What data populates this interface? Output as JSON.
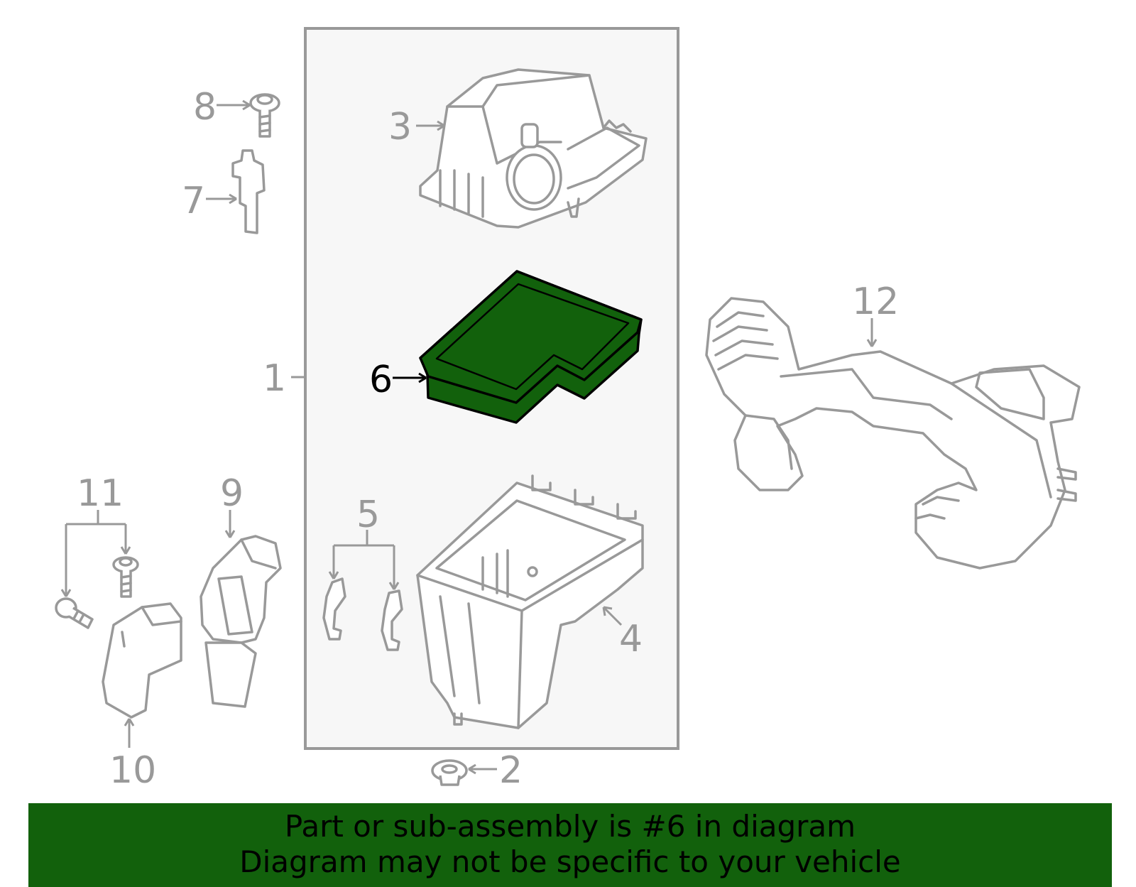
{
  "colors": {
    "highlight": "#12610c",
    "line_gray": "#999999",
    "box_fill": "#f7f7f7"
  },
  "callouts": {
    "c1": "1",
    "c2": "2",
    "c3": "3",
    "c4": "4",
    "c5": "5",
    "c6": "6",
    "c7": "7",
    "c8": "8",
    "c9": "9",
    "c10": "10",
    "c11": "11",
    "c12": "12"
  },
  "highlighted_part": "6",
  "banner": {
    "line1": "Part or sub-assembly is #6 in diagram",
    "line2": "Diagram may not be specific to your vehicle"
  }
}
